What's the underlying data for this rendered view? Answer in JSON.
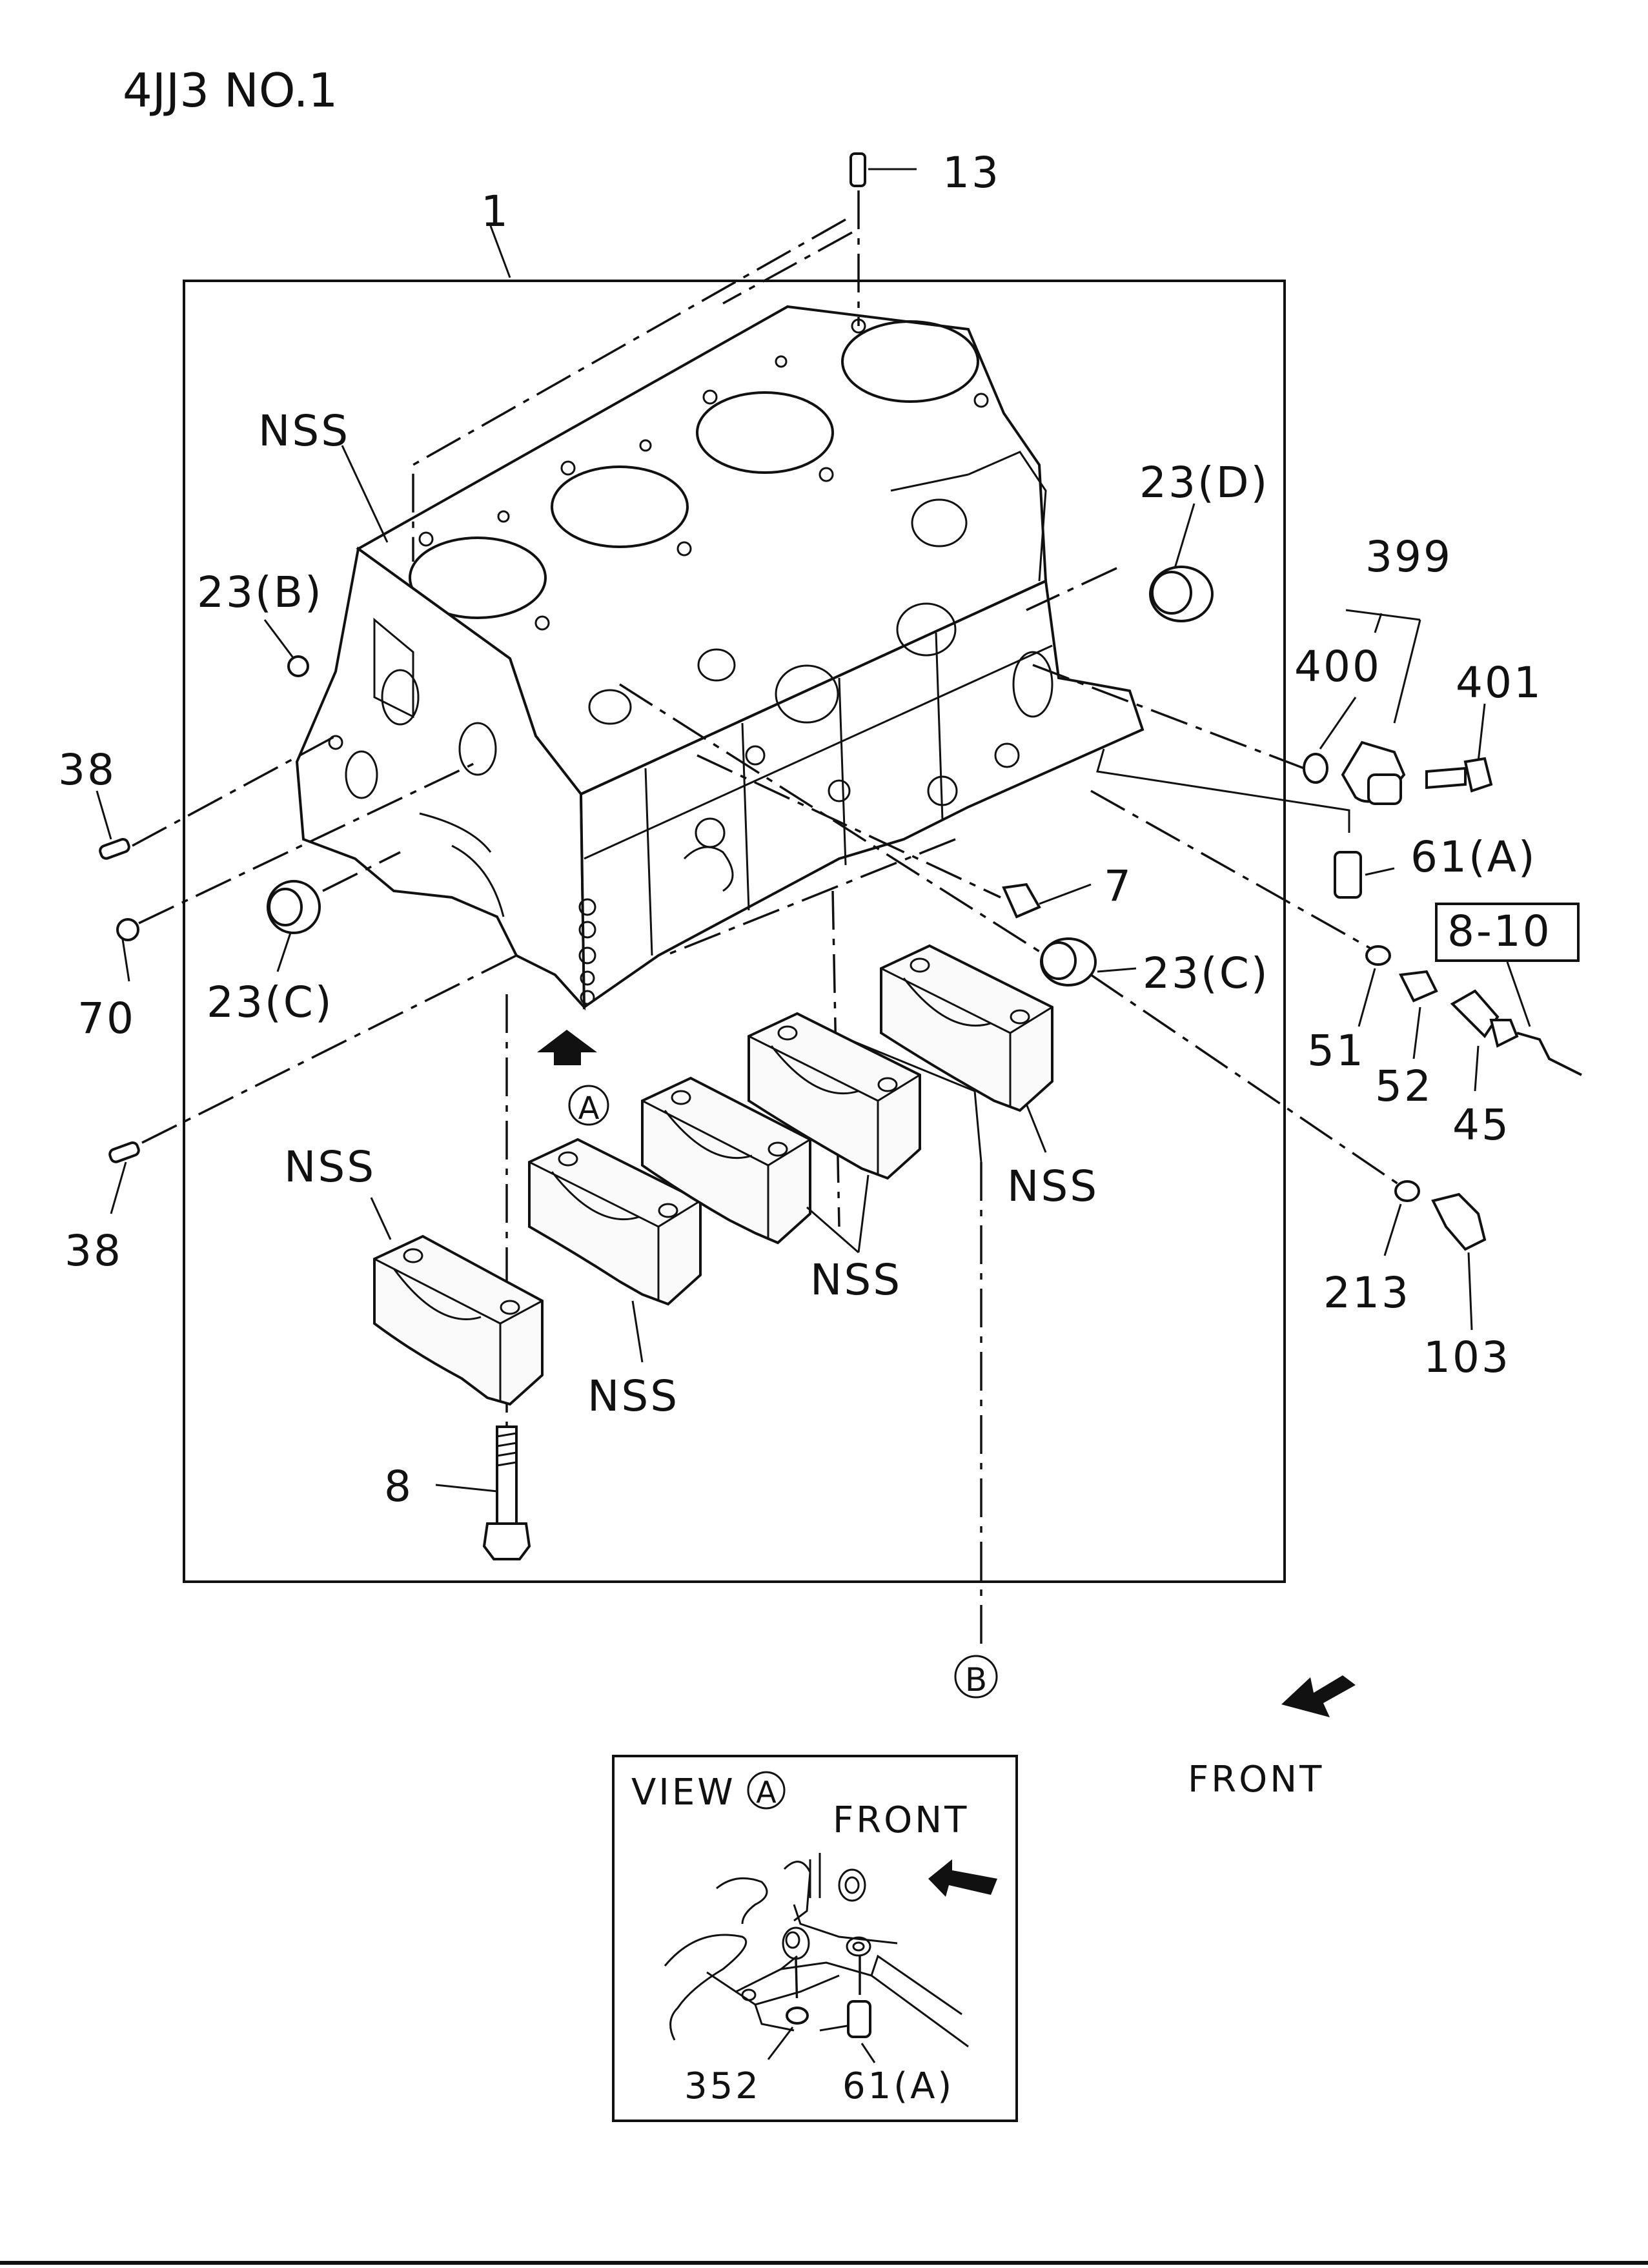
{
  "title": "4JJ3 NO.1",
  "callouts": {
    "p1": "1",
    "p13": "13",
    "nss_top": "NSS",
    "p23d": "23(D)",
    "p399": "399",
    "p400": "400",
    "p401": "401",
    "p23b": "23(B)",
    "p38_upper": "38",
    "p70": "70",
    "p23c_left": "23(C)",
    "p38_lower": "38",
    "p61a": "61(A)",
    "p8_10": "8-10",
    "p7": "7",
    "p23c_right": "23(C)",
    "p51": "51",
    "p52": "52",
    "p45": "45",
    "p213": "213",
    "p103": "103",
    "marker_a": "A",
    "nss_cap_left": "NSS",
    "nss_cap_mid": "NSS",
    "nss_cap_center": "NSS",
    "nss_cap_right": "NSS",
    "p8": "8",
    "marker_b": "B"
  },
  "front_main": "FRONT",
  "view_a": {
    "title": "VIEW",
    "marker": "A",
    "front": "FRONT",
    "p352": "352",
    "p61a": "61(A)"
  }
}
